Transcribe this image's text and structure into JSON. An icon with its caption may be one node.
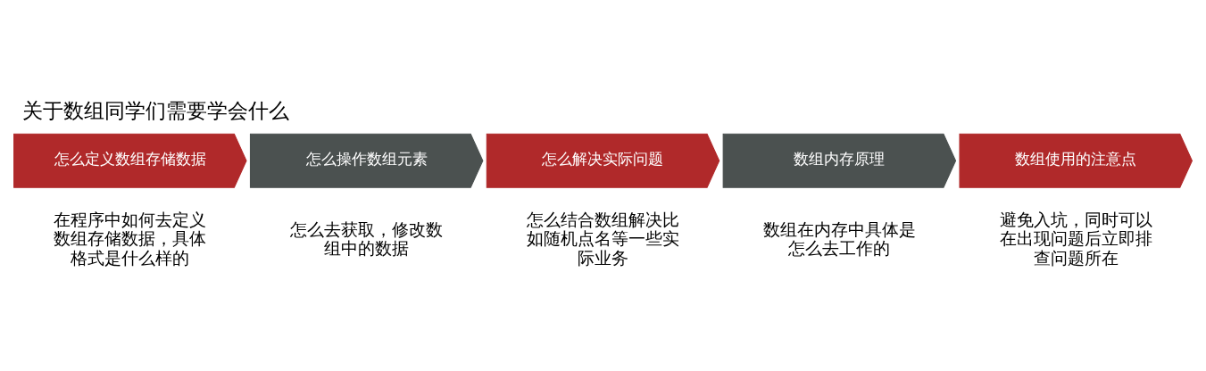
{
  "diagram": {
    "title": "关于数组同学们需要学会什么",
    "nodes": [
      {
        "text": [
          "怎么定义数组存储数据"
        ],
        "beside": [
          "在程序中如何去定义数组存储数据，具体格式是什么样的"
        ]
      },
      {
        "text": [
          "怎么操作数组元素"
        ],
        "beside": [
          "怎么去获取，修改数组中的数据"
        ]
      },
      {
        "text": [
          "怎么解决实际问题"
        ],
        "beside": [
          "怎么结合数组解决比如随机点名等一些实际业务"
        ]
      },
      {
        "text": [
          "数组内存原理"
        ],
        "beside": [
          "数组在内存中具体是怎么去工作的"
        ]
      },
      {
        "text": [
          "数组使用的注意点"
        ],
        "beside": [
          "避免入坑，同时可以在出现问题后立即排查问题所在"
        ]
      }
    ],
    "edges": []
  }
}
